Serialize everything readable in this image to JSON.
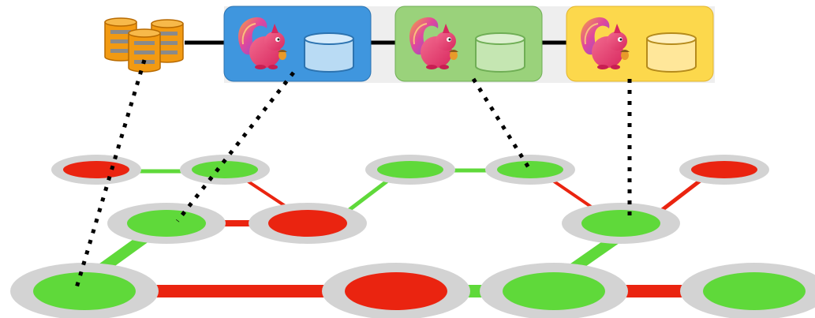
{
  "diagram": {
    "colors": {
      "green": "#5fd93a",
      "red": "#ea2410",
      "halo": "#d3d3d3",
      "black": "#000000",
      "strip": "#eeeeee",
      "db_orange": "#f29a12",
      "box_blue": "#3f96de",
      "box_green": "#9ad27b",
      "box_yellow": "#fcd84c"
    },
    "pipeline": {
      "source": {
        "icon": "database-stack-icon"
      },
      "stages": [
        {
          "color": "blue",
          "icons": [
            "squirrel-mascot-icon",
            "state-cylinder-icon"
          ]
        },
        {
          "color": "green",
          "icons": [
            "squirrel-mascot-icon",
            "state-cylinder-icon"
          ]
        },
        {
          "color": "yellow",
          "icons": [
            "squirrel-mascot-icon",
            "state-cylinder-icon"
          ]
        }
      ]
    },
    "graph": {
      "node_colors": {
        "top": [
          "red",
          "green",
          "green",
          "green",
          "red"
        ],
        "middle": [
          "green",
          "red",
          "green"
        ],
        "bottom": [
          "green",
          "red",
          "green",
          "green"
        ]
      },
      "edge_colors": [
        "green",
        "green",
        "red",
        "red",
        "green",
        "green",
        "red",
        "red",
        "red",
        "green",
        "red",
        "green"
      ]
    }
  }
}
